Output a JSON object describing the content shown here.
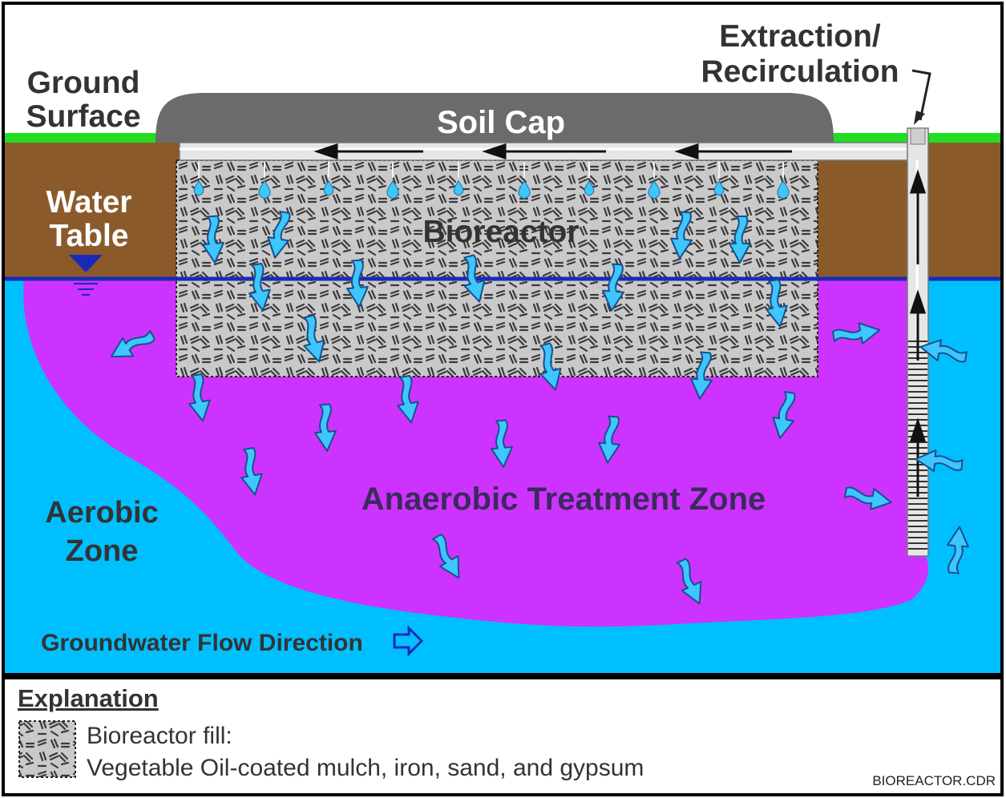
{
  "labels": {
    "ground_surface_line1": "Ground",
    "ground_surface_line2": "Surface",
    "soil_cap": "Soil Cap",
    "extraction_line1": "Extraction/",
    "extraction_line2": "Recirculation",
    "water_table_line1": "Water",
    "water_table_line2": "Table",
    "bioreactor": "Bioreactor",
    "anaerobic_zone": "Anaerobic Treatment Zone",
    "aerobic_line1": "Aerobic",
    "aerobic_line2": "Zone",
    "groundwater_flow": "Groundwater Flow Direction"
  },
  "legend": {
    "title": "Explanation",
    "item_line1": "Bioreactor fill:",
    "item_line2": "Vegetable Oil-coated mulch, iron, sand, and gypsum"
  },
  "file_tag": "BIOREACTOR.CDR",
  "colors": {
    "ground_green": "#22dd22",
    "soil_brown": "#8b5a2b",
    "aquifer_blue": "#00bfff",
    "anaerobic_purple": "#cc33ff",
    "soil_cap_gray": "#6b6b6b",
    "water_table_line": "#1a2ab8",
    "arrow_blue": "#3ec6ff",
    "bioreactor_fill": "#c9c9c9"
  }
}
